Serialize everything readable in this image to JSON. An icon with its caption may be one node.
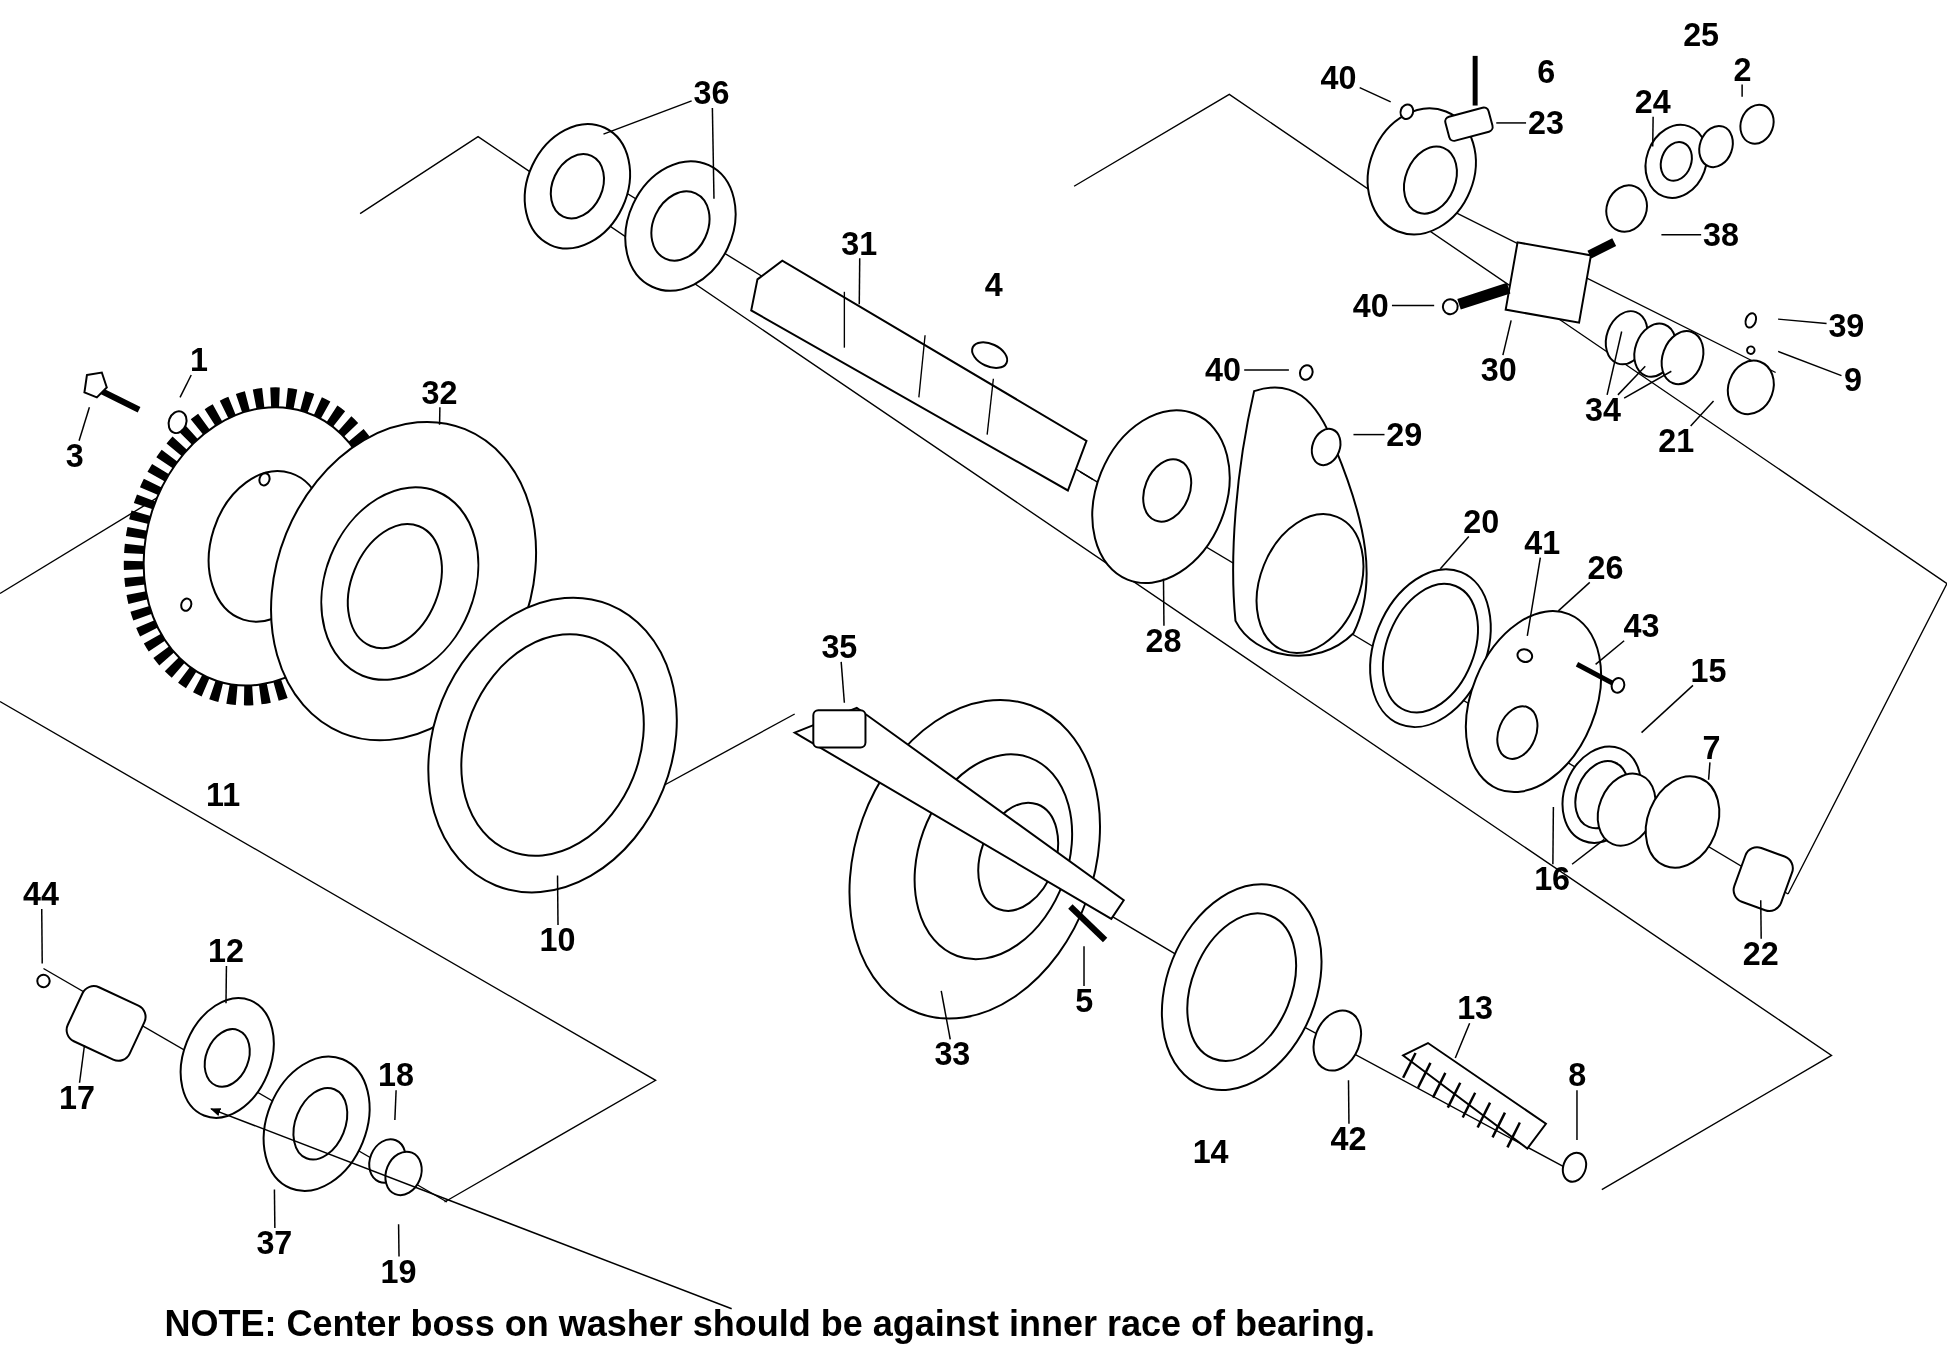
{
  "diagram": {
    "nodes": [
      {
        "text": [
          "36"
        ]
      },
      {
        "text": [
          "40"
        ]
      },
      {
        "text": [
          "23"
        ]
      },
      {
        "text": [
          "2"
        ]
      },
      {
        "text": [
          "24"
        ]
      },
      {
        "text": [
          "38"
        ]
      },
      {
        "text": [
          "40"
        ]
      },
      {
        "text": [
          "30"
        ]
      },
      {
        "text": [
          "39"
        ]
      },
      {
        "text": [
          "9"
        ]
      },
      {
        "text": [
          "34"
        ]
      },
      {
        "text": [
          "21"
        ]
      },
      {
        "text": [
          "31"
        ]
      },
      {
        "text": [
          "40"
        ]
      },
      {
        "text": [
          "29"
        ]
      },
      {
        "text": [
          "1"
        ]
      },
      {
        "text": [
          "3"
        ]
      },
      {
        "text": [
          "32"
        ]
      },
      {
        "text": [
          "28"
        ]
      },
      {
        "text": [
          "20"
        ]
      },
      {
        "text": [
          "41"
        ]
      },
      {
        "text": [
          "26"
        ]
      },
      {
        "text": [
          "43"
        ]
      },
      {
        "text": [
          "15"
        ]
      },
      {
        "text": [
          "7"
        ]
      },
      {
        "text": [
          "16"
        ]
      },
      {
        "text": [
          "35"
        ]
      },
      {
        "text": [
          "10"
        ]
      },
      {
        "text": [
          "5"
        ]
      },
      {
        "text": [
          "33"
        ]
      },
      {
        "text": [
          "13"
        ]
      },
      {
        "text": [
          "8"
        ]
      },
      {
        "text": [
          "22"
        ]
      },
      {
        "text": [
          "44"
        ]
      },
      {
        "text": [
          "12"
        ]
      },
      {
        "text": [
          "17"
        ]
      },
      {
        "text": [
          "18"
        ]
      },
      {
        "text": [
          "37"
        ]
      },
      {
        "text": [
          "19"
        ]
      },
      {
        "text": [
          "42"
        ]
      },
      {
        "text": [
          "NOTE: Center boss on washer should be against inner race of bearing."
        ]
      }
    ],
    "edges": [
      {
        "from": 0,
        "to": null,
        "arrow": "none"
      },
      {
        "from": 0,
        "to": null,
        "arrow": "none"
      },
      {
        "from": 1,
        "to": null,
        "arrow": "none"
      },
      {
        "from": 2,
        "to": null,
        "arrow": "none"
      },
      {
        "from": 3,
        "to": null,
        "arrow": "none"
      },
      {
        "from": 4,
        "to": null,
        "arrow": "none"
      },
      {
        "from": 5,
        "to": null,
        "arrow": "none"
      },
      {
        "from": 6,
        "to": null,
        "arrow": "none"
      },
      {
        "from": 7,
        "to": null,
        "arrow": "none"
      },
      {
        "from": 8,
        "to": null,
        "arrow": "none"
      },
      {
        "from": 9,
        "to": null,
        "arrow": "none"
      },
      {
        "from": 10,
        "to": null,
        "arrow": "none"
      },
      {
        "from": 10,
        "to": null,
        "arrow": "none"
      },
      {
        "from": 10,
        "to": null,
        "arrow": "none"
      },
      {
        "from": 11,
        "to": null,
        "arrow": "none"
      },
      {
        "from": 12,
        "to": null,
        "arrow": "none"
      },
      {
        "from": 13,
        "to": null,
        "arrow": "none"
      },
      {
        "from": 14,
        "to": null,
        "arrow": "none"
      },
      {
        "from": 15,
        "to": null,
        "arrow": "none"
      },
      {
        "from": 16,
        "to": null,
        "arrow": "none"
      },
      {
        "from": 17,
        "to": null,
        "arrow": "none"
      },
      {
        "from": 18,
        "to": null,
        "arrow": "none"
      },
      {
        "from": 19,
        "to": null,
        "arrow": "none"
      },
      {
        "from": 20,
        "to": null,
        "arrow": "none"
      },
      {
        "from": 21,
        "to": null,
        "arrow": "none"
      },
      {
        "from": 22,
        "to": null,
        "arrow": "none"
      },
      {
        "from": 23,
        "to": null,
        "arrow": "none"
      },
      {
        "from": 24,
        "to": null,
        "arrow": "none"
      },
      {
        "from": 25,
        "to": null,
        "arrow": "none"
      },
      {
        "from": 25,
        "to": null,
        "arrow": "none"
      },
      {
        "from": 26,
        "to": null,
        "arrow": "none"
      },
      {
        "from": 27,
        "to": null,
        "arrow": "none"
      },
      {
        "from": 28,
        "to": null,
        "arrow": "none"
      },
      {
        "from": 29,
        "to": null,
        "arrow": "none"
      },
      {
        "from": 30,
        "to": null,
        "arrow": "none"
      },
      {
        "from": 31,
        "to": null,
        "arrow": "none"
      },
      {
        "from": 32,
        "to": null,
        "arrow": "none"
      },
      {
        "from": 33,
        "to": null,
        "arrow": "none"
      },
      {
        "from": 34,
        "to": null,
        "arrow": "none"
      },
      {
        "from": 35,
        "to": null,
        "arrow": "none"
      },
      {
        "from": 36,
        "to": null,
        "arrow": "none"
      },
      {
        "from": 37,
        "to": null,
        "arrow": "none"
      },
      {
        "from": 38,
        "to": null,
        "arrow": "none"
      },
      {
        "from": 39,
        "to": null,
        "arrow": "none"
      },
      {
        "from": 40,
        "to": null,
        "arrow": "to"
      }
    ],
    "labels": [
      "25",
      "6",
      "4",
      "11",
      "14"
    ]
  }
}
